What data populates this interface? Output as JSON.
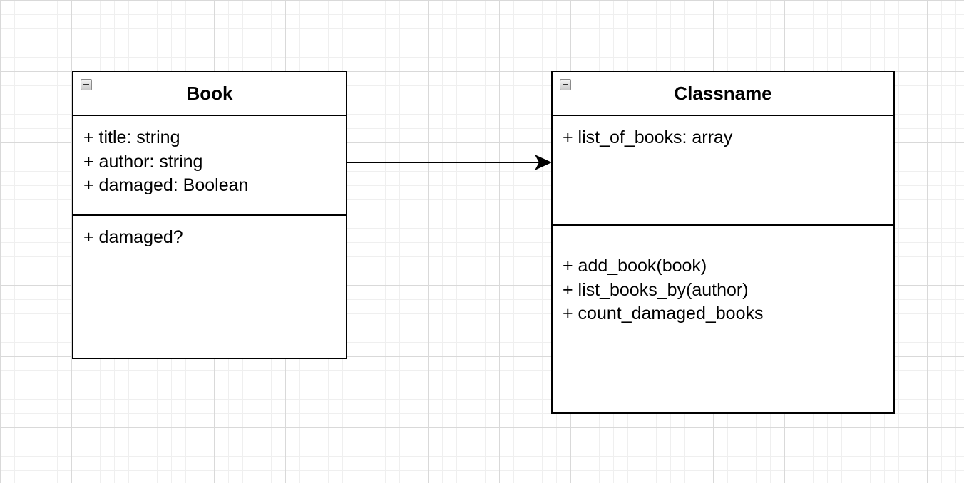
{
  "diagram": {
    "classes": [
      {
        "id": "book",
        "name": "Book",
        "attributes": [
          "+ title: string",
          "+ author: string",
          "+ damaged: Boolean"
        ],
        "methods": [
          "+ damaged?"
        ]
      },
      {
        "id": "classname",
        "name": "Classname",
        "attributes": [
          "+ list_of_books: array"
        ],
        "methods": [
          "+ add_book(book)",
          "+ list_books_by(author)",
          "+ count_damaged_books"
        ]
      }
    ],
    "connectors": [
      {
        "from": "Book",
        "to": "Classname",
        "type": "directed-association"
      }
    ]
  },
  "icons": {
    "collapse": "collapse-minus-icon"
  },
  "colors": {
    "stroke": "#000000",
    "background": "#ffffff",
    "grid_major": "#d9d9d9",
    "grid_minor": "#efefef"
  }
}
